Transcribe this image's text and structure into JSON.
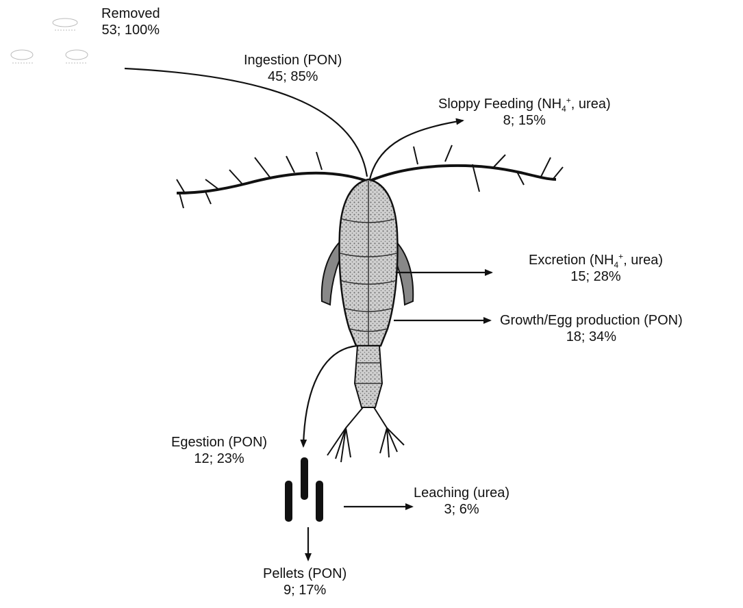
{
  "removed": {
    "title": "Removed",
    "value": "53; 100%"
  },
  "ingestion": {
    "title": "Ingestion (PON)",
    "value": "45; 85%"
  },
  "sloppy_feeding": {
    "title_pre": "Sloppy Feeding (NH",
    "sub": "4",
    "sup": "+",
    "title_post": ", urea)",
    "value": "8; 15%"
  },
  "excretion": {
    "title_pre": "Excretion (NH",
    "sub": "4",
    "sup": "+",
    "title_post": ", urea)",
    "value": "15; 28%"
  },
  "growth": {
    "title": "Growth/Egg production (PON)",
    "value": "18; 34%"
  },
  "egestion": {
    "title": "Egestion (PON)",
    "value": "12; 23%"
  },
  "leaching": {
    "title": "Leaching (urea)",
    "value": "3; 6%"
  },
  "pellets": {
    "title": "Pellets (PON)",
    "value": "9; 17%"
  },
  "colors": {
    "ink": "#111111",
    "body_fill": "#bdbdbd"
  }
}
